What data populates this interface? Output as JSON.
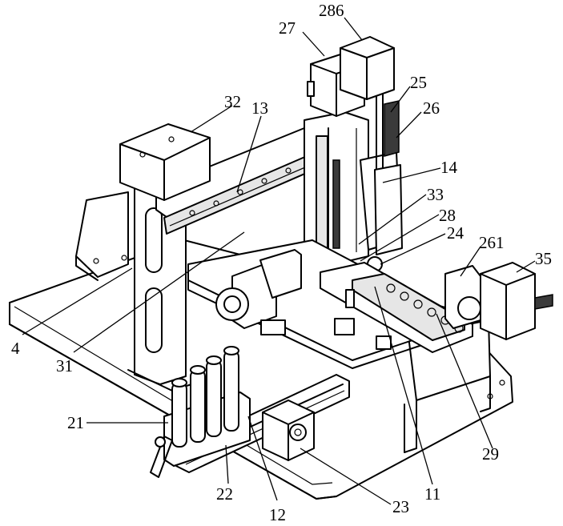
{
  "callouts": [
    {
      "id": "c286",
      "text": "286"
    },
    {
      "id": "c27",
      "text": "27"
    },
    {
      "id": "c25",
      "text": "25"
    },
    {
      "id": "c26",
      "text": "26"
    },
    {
      "id": "c32",
      "text": "32"
    },
    {
      "id": "c13",
      "text": "13"
    },
    {
      "id": "c14",
      "text": "14"
    },
    {
      "id": "c33",
      "text": "33"
    },
    {
      "id": "c28",
      "text": "28"
    },
    {
      "id": "c24",
      "text": "24"
    },
    {
      "id": "c261",
      "text": "261"
    },
    {
      "id": "c35",
      "text": "35"
    },
    {
      "id": "c4",
      "text": "4"
    },
    {
      "id": "c31",
      "text": "31"
    },
    {
      "id": "c21",
      "text": "21"
    },
    {
      "id": "c22",
      "text": "22"
    },
    {
      "id": "c12",
      "text": "12"
    },
    {
      "id": "c23",
      "text": "23"
    },
    {
      "id": "c11",
      "text": "11"
    },
    {
      "id": "c29",
      "text": "29"
    }
  ]
}
